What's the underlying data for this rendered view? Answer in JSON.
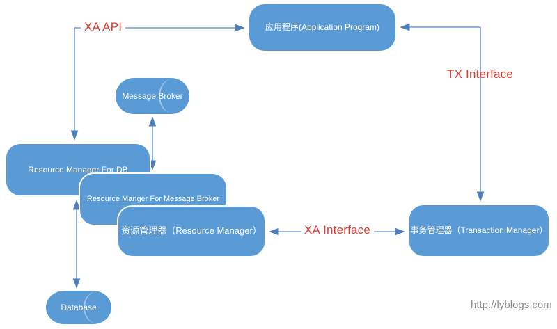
{
  "colors": {
    "box_fill": "#5b9bd5",
    "line": "#6f9ad0",
    "arrow": "#4e7fbb",
    "red_label": "#dc3a30",
    "footer_text": "#8c8c8c",
    "box_text": "#ffffff"
  },
  "nodes": {
    "application": {
      "label": "应用程序(Application Program)"
    },
    "message_broker": {
      "label": "Message Broker"
    },
    "rm_db": {
      "label": "Resource Manager For DB"
    },
    "rm_mb": {
      "label": "Resource Manger For Message Broker"
    },
    "resource_manager": {
      "label": "资源管理器（Resource Manager）"
    },
    "transaction_manager": {
      "label": "事务管理器（Transaction Manager）"
    },
    "database": {
      "label": "Database"
    }
  },
  "edge_labels": {
    "xa_api": "XA API",
    "tx_interface": "TX Interface",
    "xa_interface": "XA Interface"
  },
  "footer": {
    "url": "http://lyblogs.com"
  }
}
